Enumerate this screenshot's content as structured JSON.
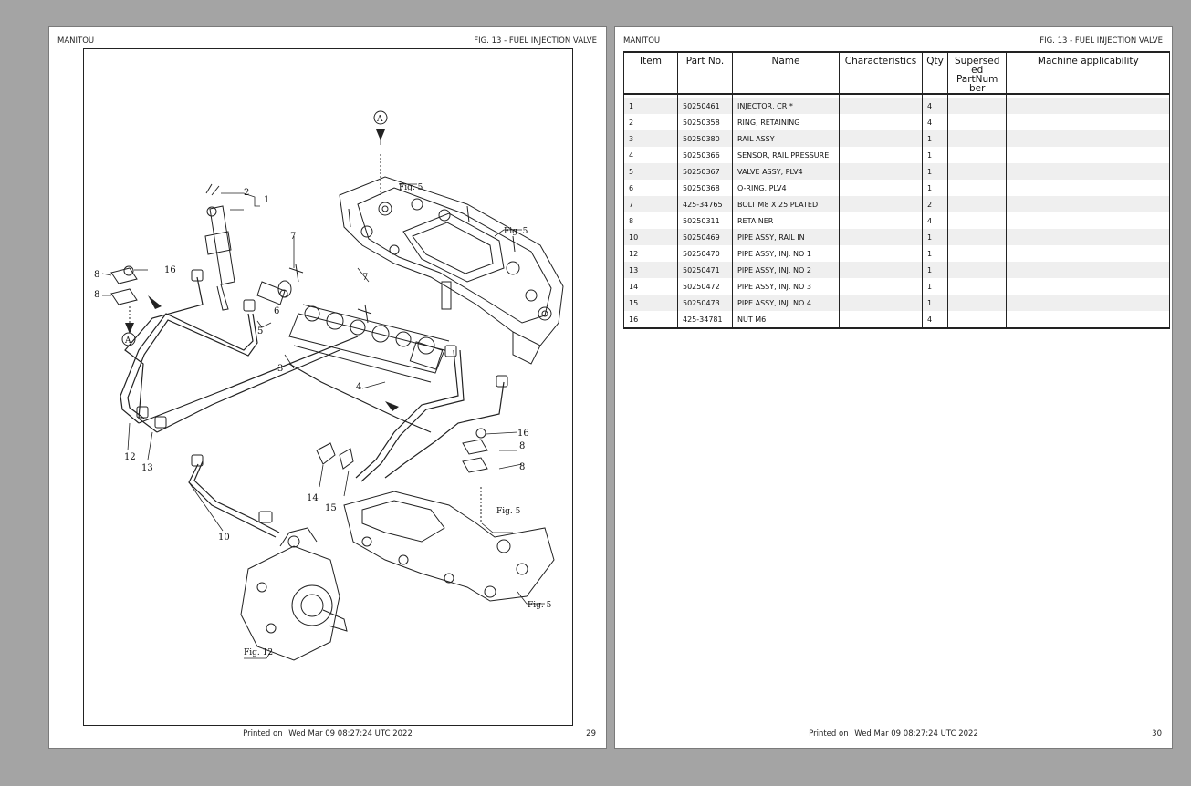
{
  "left_page": {
    "brand": "MANITOU",
    "fig_title": "FIG. 13 - FUEL INJECTION VALVE",
    "printed_label": "Printed on",
    "printed_date": "Wed Mar 09 08:27:24 UTC 2022",
    "page_number": "29"
  },
  "diagram": {
    "callouts": [
      "1",
      "2",
      "3",
      "4",
      "5",
      "6",
      "7",
      "7",
      "8",
      "8",
      "8",
      "8",
      "10",
      "12",
      "13",
      "14",
      "15",
      "16",
      "16"
    ],
    "refs": [
      "A",
      "A",
      "Fig. 5",
      "Fig. 5",
      "Fig. 5",
      "Fig. 5",
      "Fig. 12"
    ]
  },
  "right_page": {
    "brand": "MANITOU",
    "fig_title": "FIG. 13 - FUEL INJECTION VALVE",
    "printed_label": "Printed on",
    "printed_date": "Wed Mar 09 08:27:24 UTC 2022",
    "page_number": "30"
  },
  "table": {
    "headers": [
      "Item",
      "Part No.",
      "Name",
      "Characteristics",
      "Qty",
      "Supersed ed PartNum ber",
      "Machine applicability"
    ],
    "rows": [
      {
        "item": "1",
        "part": "50250461",
        "name": "INJECTOR, CR *",
        "char": "",
        "qty": "4",
        "sup": "",
        "mach": ""
      },
      {
        "item": "2",
        "part": "50250358",
        "name": "RING, RETAINING",
        "char": "",
        "qty": "4",
        "sup": "",
        "mach": ""
      },
      {
        "item": "3",
        "part": "50250380",
        "name": "RAIL ASSY",
        "char": "",
        "qty": "1",
        "sup": "",
        "mach": ""
      },
      {
        "item": "4",
        "part": "50250366",
        "name": "SENSOR, RAIL PRESSURE",
        "char": "",
        "qty": "1",
        "sup": "",
        "mach": ""
      },
      {
        "item": "5",
        "part": "50250367",
        "name": "VALVE ASSY, PLV4",
        "char": "",
        "qty": "1",
        "sup": "",
        "mach": ""
      },
      {
        "item": "6",
        "part": "50250368",
        "name": "O-RING, PLV4",
        "char": "",
        "qty": "1",
        "sup": "",
        "mach": ""
      },
      {
        "item": "7",
        "part": "425-34765",
        "name": "BOLT M8 X 25 PLATED",
        "char": "",
        "qty": "2",
        "sup": "",
        "mach": ""
      },
      {
        "item": "8",
        "part": "50250311",
        "name": "RETAINER",
        "char": "",
        "qty": "4",
        "sup": "",
        "mach": ""
      },
      {
        "item": "10",
        "part": "50250469",
        "name": "PIPE ASSY, RAIL IN",
        "char": "",
        "qty": "1",
        "sup": "",
        "mach": ""
      },
      {
        "item": "12",
        "part": "50250470",
        "name": "PIPE ASSY, INJ. NO 1",
        "char": "",
        "qty": "1",
        "sup": "",
        "mach": ""
      },
      {
        "item": "13",
        "part": "50250471",
        "name": "PIPE ASSY, INJ. NO 2",
        "char": "",
        "qty": "1",
        "sup": "",
        "mach": ""
      },
      {
        "item": "14",
        "part": "50250472",
        "name": "PIPE ASSY, INJ. NO 3",
        "char": "",
        "qty": "1",
        "sup": "",
        "mach": ""
      },
      {
        "item": "15",
        "part": "50250473",
        "name": "PIPE ASSY, INJ. NO 4",
        "char": "",
        "qty": "1",
        "sup": "",
        "mach": ""
      },
      {
        "item": "16",
        "part": "425-34781",
        "name": "NUT M6",
        "char": "",
        "qty": "4",
        "sup": "",
        "mach": ""
      }
    ]
  }
}
